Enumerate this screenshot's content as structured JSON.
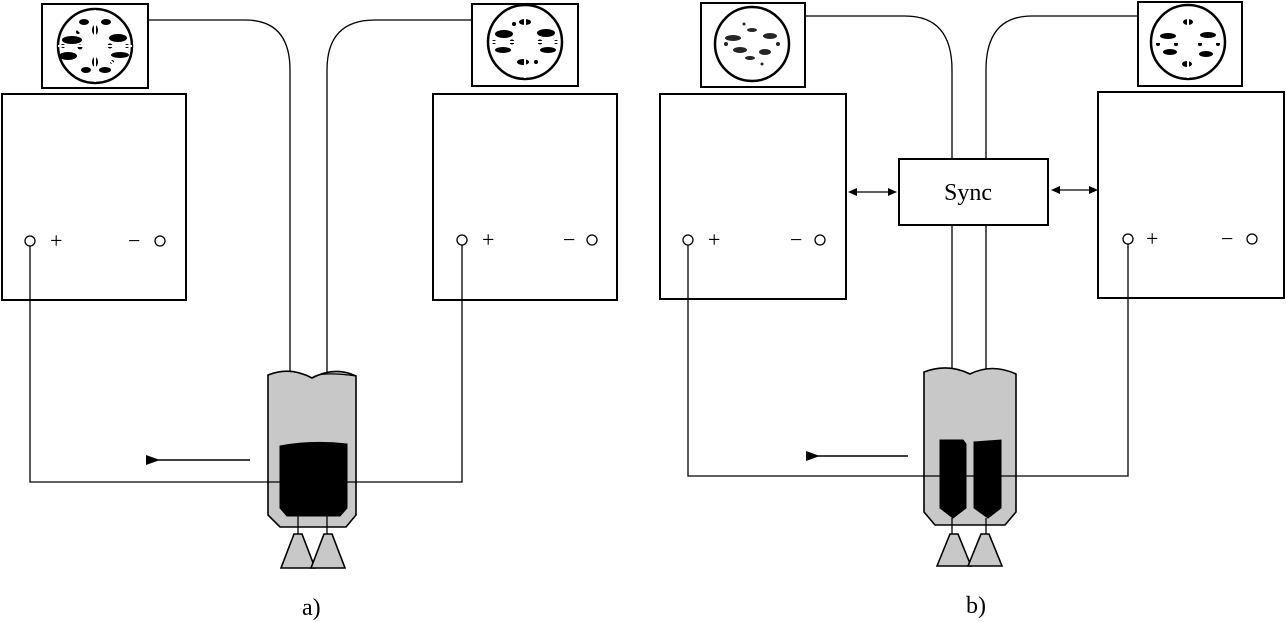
{
  "panels": [
    {
      "label": "a)",
      "sources": [
        {
          "plus": "+",
          "minus": "−"
        },
        {
          "plus": "+",
          "minus": "−"
        }
      ]
    },
    {
      "label": "b)",
      "sync": "Sync",
      "sources": [
        {
          "plus": "+",
          "minus": "−"
        },
        {
          "plus": "+",
          "minus": "−"
        }
      ]
    }
  ],
  "colors": {
    "line": "#000000",
    "torch_body": "#c8c8c8",
    "fill": "#000000"
  },
  "icons": [
    "monitor-speckle-icon",
    "arrow-left-icon",
    "double-arrow-icon"
  ]
}
